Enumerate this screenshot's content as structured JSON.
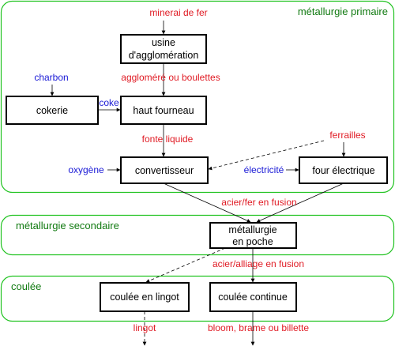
{
  "colors": {
    "group_border": "#22c322",
    "group_title": "#117a11",
    "process_border": "#000000",
    "product": "#e01b24",
    "input": "#1a1ad6",
    "arrow": "#000000"
  },
  "groups": {
    "primary": "métallurgie primaire",
    "secondary": "métallurgie secondaire",
    "casting": "coulée"
  },
  "processes": {
    "sinter_line1": "usine",
    "sinter_line2": "d'agglomération",
    "coke_oven": "cokerie",
    "blast_furnace": "haut fourneau",
    "converter": "convertisseur",
    "electric_furnace": "four électrique",
    "ladle_line1": "métallurgie",
    "ladle_line2": "en poche",
    "ingot_casting": "coulée en lingot",
    "continuous_casting": "coulée continue"
  },
  "flows": {
    "iron_ore": "minerai de fer",
    "sinter_pellets": "aggloméré ou boulettes",
    "coal": "charbon",
    "coke": "coke",
    "hot_metal": "fonte liquide",
    "scrap": "ferrailles",
    "oxygen": "oxygène",
    "electricity": "électricité",
    "molten_steel": "acier/fer en fusion",
    "molten_alloy": "acier/alliage en fusion",
    "ingot": "lingot",
    "semis": "bloom, brame ou billette"
  }
}
